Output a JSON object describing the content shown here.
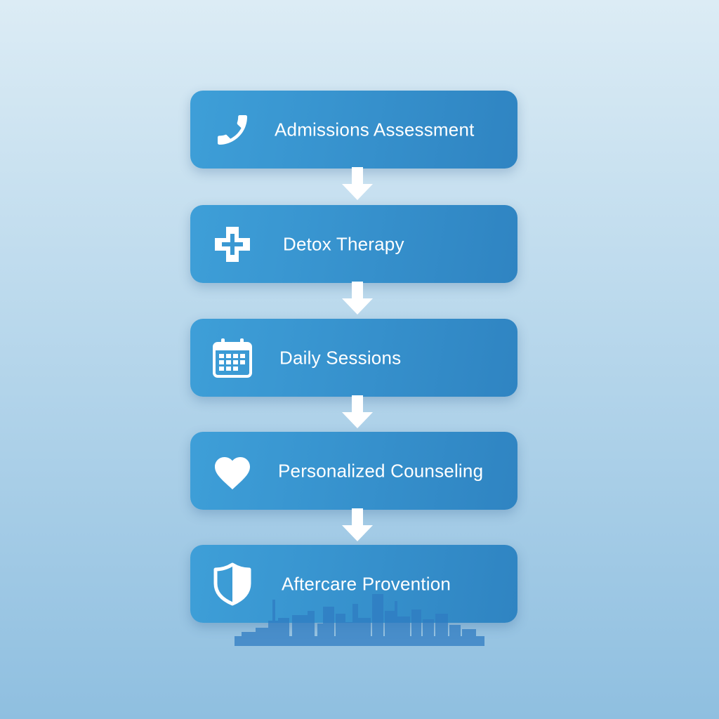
{
  "steps": [
    {
      "label": "Admissions Assessment",
      "icon": "phone-icon"
    },
    {
      "label": "Detox Therapy",
      "icon": "medical-cross-icon"
    },
    {
      "label": "Daily Sessions",
      "icon": "calendar-icon"
    },
    {
      "label": "Personalized Counseling",
      "icon": "heart-icon"
    },
    {
      "label": "Aftercare Provention",
      "icon": "shield-icon"
    }
  ],
  "colors": {
    "card_start": "#3e9fd8",
    "card_end": "#2f84c2",
    "text": "#ffffff",
    "arrow": "#ffffff",
    "skyline": "#2f7cc2"
  }
}
